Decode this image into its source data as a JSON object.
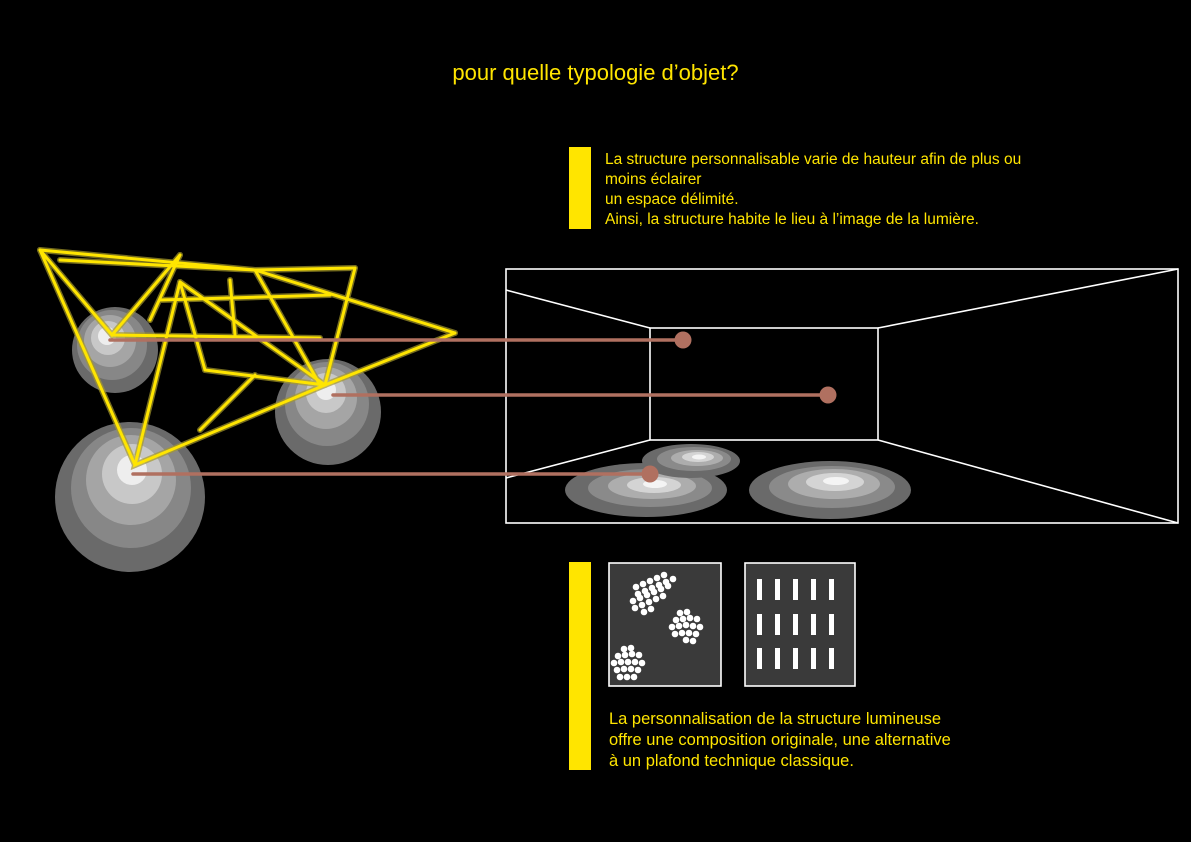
{
  "title": "pour quelle typologie d’objet?",
  "top_text": {
    "lines": [
      "La structure personnalisable varie de hauteur afin de plus ou",
      "moins éclairer",
      "un espace délimité.",
      "Ainsi, la structure habite le lieu à l’image de la lumière."
    ]
  },
  "bottom_text": {
    "lines": [
      "La personnalisation de la structure lumineuse",
      "offre une composition originale, une alternative",
      "à un plafond technique classique."
    ]
  },
  "colors": {
    "accent": "#ffe500",
    "connector": "#b07060",
    "panel": "#3a3a3a"
  },
  "icons": [
    "light-structure-icon",
    "room-perspective-icon",
    "cluster-pattern-icon",
    "grid-pattern-icon"
  ]
}
